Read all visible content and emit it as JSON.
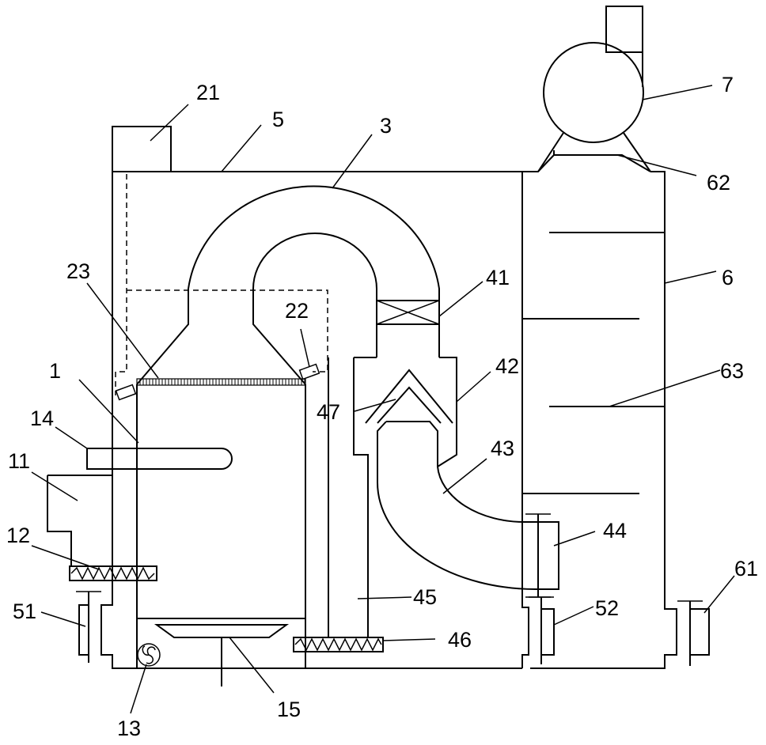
{
  "labels": {
    "l1": "1",
    "l3": "3",
    "l5": "5",
    "l6": "6",
    "l7": "7",
    "l11": "11",
    "l12": "12",
    "l13": "13",
    "l14": "14",
    "l15": "15",
    "l21": "21",
    "l22": "22",
    "l23": "23",
    "l41": "41",
    "l42": "42",
    "l43": "43",
    "l44": "44",
    "l45": "45",
    "l46": "46",
    "l47": "47",
    "l51": "51",
    "l52": "52",
    "l61": "61",
    "l62": "62",
    "l63": "63"
  }
}
